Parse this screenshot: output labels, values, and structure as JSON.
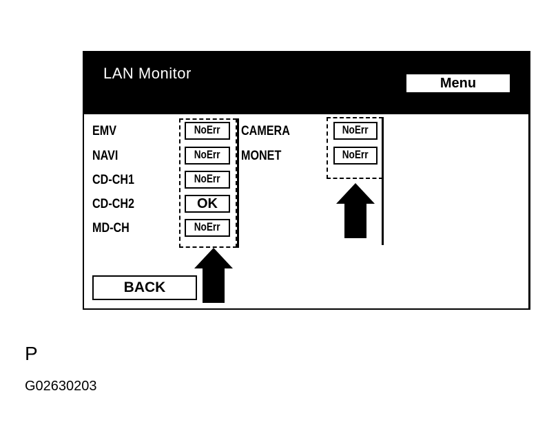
{
  "screen": {
    "title": "LAN Monitor",
    "menu_label": "Menu",
    "back_label": "BACK"
  },
  "devices_left": [
    {
      "name": "EMV",
      "status": "NoErr"
    },
    {
      "name": "NAVI",
      "status": "NoErr"
    },
    {
      "name": "CD-CH1",
      "status": "NoErr"
    },
    {
      "name": "CD-CH2",
      "status": "OK"
    },
    {
      "name": "MD-CH",
      "status": "NoErr"
    }
  ],
  "devices_right": [
    {
      "name": "CAMERA",
      "status": "NoErr"
    },
    {
      "name": "MONET",
      "status": "NoErr"
    }
  ],
  "caption": {
    "letter": "P",
    "code": "G02630203"
  },
  "colors": {
    "title_bar": "#000000",
    "background": "#ffffff"
  },
  "icons": {
    "arrow": "up-arrow-icon"
  }
}
